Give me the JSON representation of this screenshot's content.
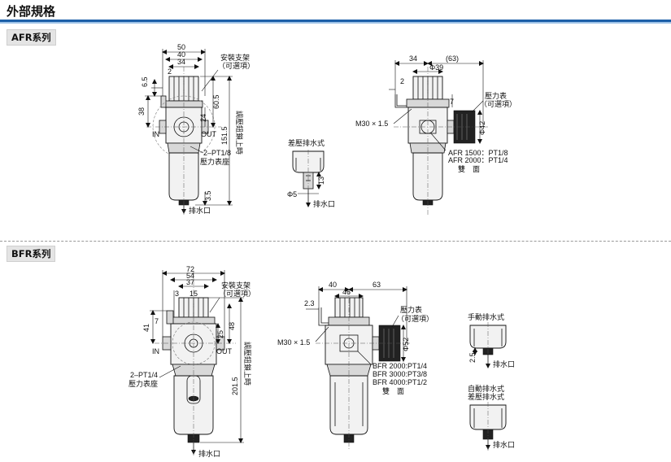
{
  "header": {
    "title": "外部規格",
    "accent_color": "#1c5fa8"
  },
  "afr": {
    "tab": "AFR系列",
    "front": {
      "dims": [
        "50",
        "40",
        "34",
        "2",
        "6.5",
        "38",
        "60.5",
        "24",
        "151.5"
      ],
      "in_label": "IN",
      "out_label": "OUT",
      "bracket_note": [
        "安裝支架",
        "（可選項）"
      ],
      "gauge_port": [
        "2–PT1/8",
        "壓力表座"
      ],
      "vertical_note": "調壓鈕鎖上時",
      "drain_dim": "3.5",
      "drain_label": "排水口"
    },
    "diff": {
      "title": "差壓排水式",
      "dims": [
        "13",
        "Φ5"
      ],
      "drain_label": "排水口"
    },
    "side": {
      "dims": [
        "34",
        "(63)",
        "Φ39",
        "2",
        "7",
        "Φ42"
      ],
      "thread": "M30 × 1.5",
      "gauge_note": [
        "壓力表",
        "（可選項）"
      ],
      "port_notes": [
        "AFR 1500：PT1/8",
        "AFR 2000：PT1/4"
      ],
      "face_label": "雙　面"
    }
  },
  "bfr": {
    "tab": "BFR系列",
    "front": {
      "dims": [
        "72",
        "54",
        "37",
        "3",
        "15",
        "7",
        "41",
        "25",
        "48",
        "201.5"
      ],
      "in_label": "IN",
      "out_label": "OUT",
      "bracket_note": [
        "安裝支架",
        "（可選項）"
      ],
      "gauge_port": [
        "2–PT1/4",
        "壓力表座"
      ],
      "vertical_note": "調壓鈕鎖上時",
      "drain_label": "排水口"
    },
    "side": {
      "dims": [
        "40",
        "63",
        "46",
        "2.3",
        "Φ52"
      ],
      "thread": "M30 × 1.5",
      "gauge_note": [
        "壓力表",
        "（可選項）"
      ],
      "port_notes": [
        "BFR 2000:PT1/4",
        "BFR 3000:PT3/8",
        "BFR 4000:PT1/2"
      ],
      "face_label": "雙　面"
    },
    "manual": {
      "title": "手動排水式",
      "dim": "2.5",
      "drain_label": "排水口"
    },
    "auto": {
      "title": [
        "自動排水式",
        "差壓排水式"
      ],
      "drain_label": "排水口"
    }
  }
}
